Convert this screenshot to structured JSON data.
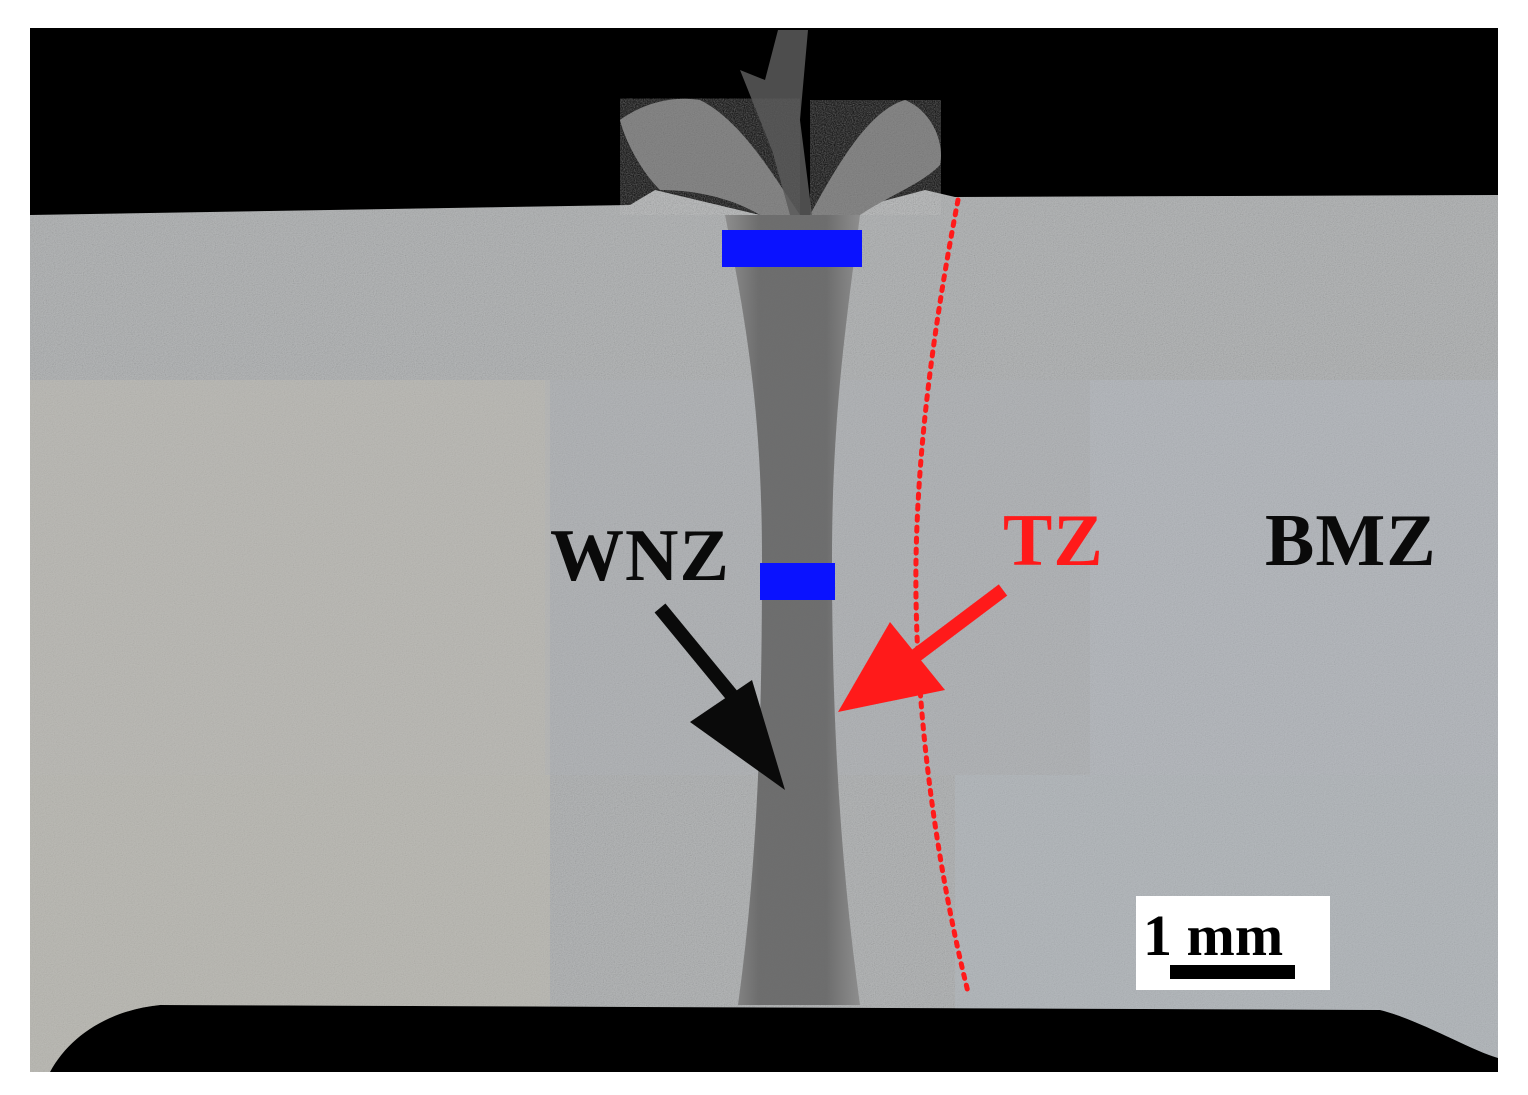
{
  "labels": {
    "wnz": "WNZ",
    "tz": "TZ",
    "bmz": "BMZ"
  },
  "scale_bar": {
    "text": "1 mm"
  },
  "colors": {
    "background": "#000000",
    "frame": "#ffffff",
    "base_metal": "#b9bcbe",
    "weld_nugget": "#6b6b6b",
    "tz_label_and_arrow": "#ff1a1a",
    "wnz_label_and_arrow": "#0a0a0a",
    "bmz_label": "#0a0a0a",
    "measurement_marks": "#0a12ff",
    "scale_box": "#ffffff",
    "scale_bar": "#000000"
  }
}
